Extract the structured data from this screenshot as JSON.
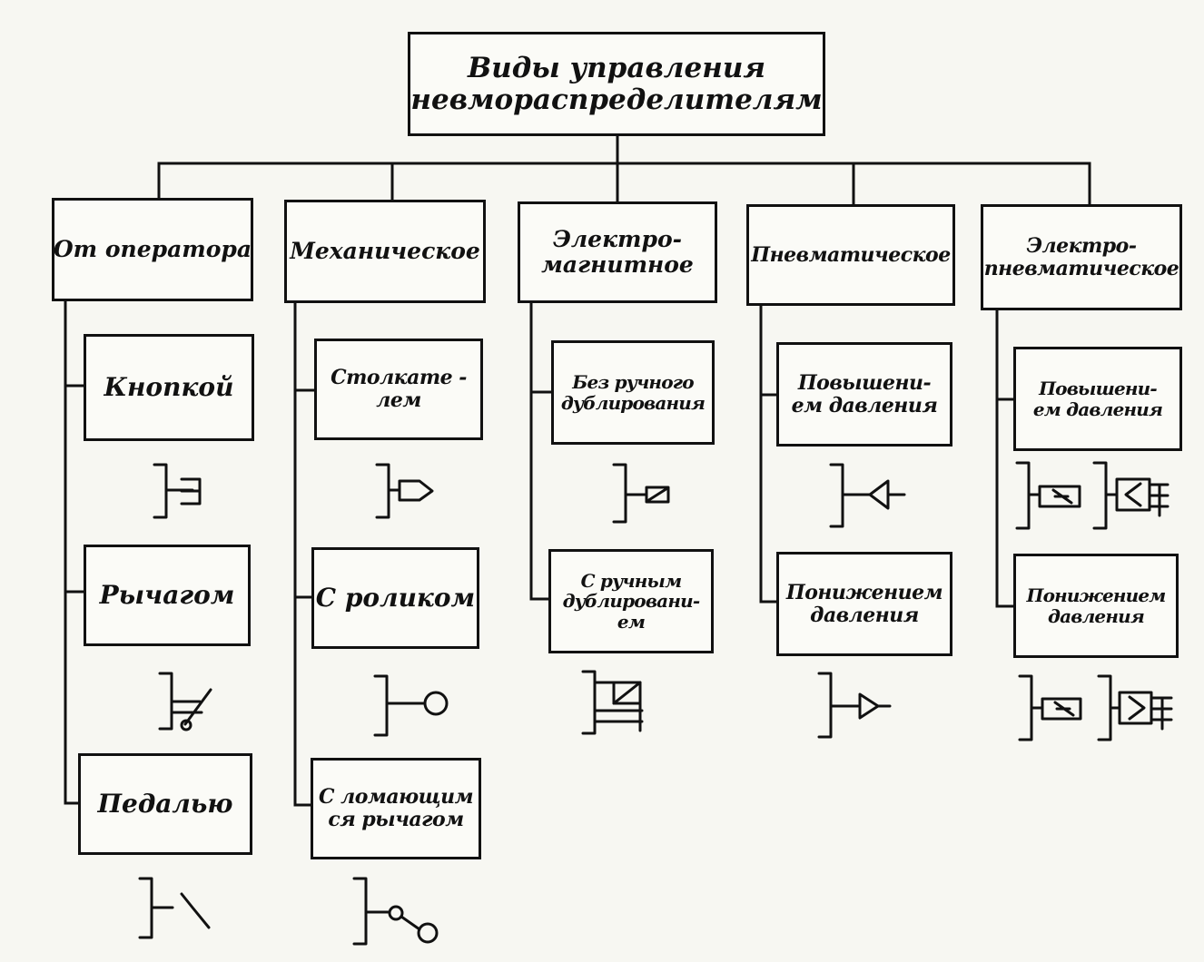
{
  "root": {
    "line1": "Виды управления",
    "line2": "пневмораспределителями"
  },
  "columns": [
    {
      "title": [
        "От оператора"
      ],
      "items": [
        [
          "Кнопкой"
        ],
        [
          "Рычагом"
        ],
        [
          "Педалью"
        ]
      ]
    },
    {
      "title": [
        "Механическое"
      ],
      "items": [
        [
          "Столкате -",
          "лем"
        ],
        [
          "С роликом"
        ],
        [
          "С ломающим",
          "ся рычагом"
        ]
      ]
    },
    {
      "title": [
        "Электро-",
        "магнитное"
      ],
      "items": [
        [
          "Без ручного",
          "дублирования"
        ],
        [
          "С ручным",
          "дублировани-",
          "ем"
        ]
      ]
    },
    {
      "title": [
        "Пневматическое"
      ],
      "items": [
        [
          "Повышени-",
          "ем давления"
        ],
        [
          "Понижением",
          "давления"
        ]
      ]
    },
    {
      "title": [
        "Электро-",
        "пневматическое"
      ],
      "items": [
        [
          "Повышени-",
          "ем давления"
        ],
        [
          "Понижением",
          "давления"
        ]
      ]
    }
  ],
  "symbols": {
    "button": "button-symbol-icon",
    "lever": "lever-symbol-icon",
    "pedal": "pedal-symbol-icon",
    "pusher": "pusher-symbol-icon",
    "roller": "roller-symbol-icon",
    "broken_lever": "broken-lever-roller-symbol-icon",
    "solenoid": "solenoid-symbol-icon",
    "solenoid_manual": "solenoid-manual-override-symbol-icon",
    "pressure_increase": "pressure-increase-symbol-icon",
    "pressure_decrease": "pressure-decrease-symbol-icon"
  },
  "colors": {
    "ink": "#111111",
    "paper": "#f7f7f2"
  }
}
